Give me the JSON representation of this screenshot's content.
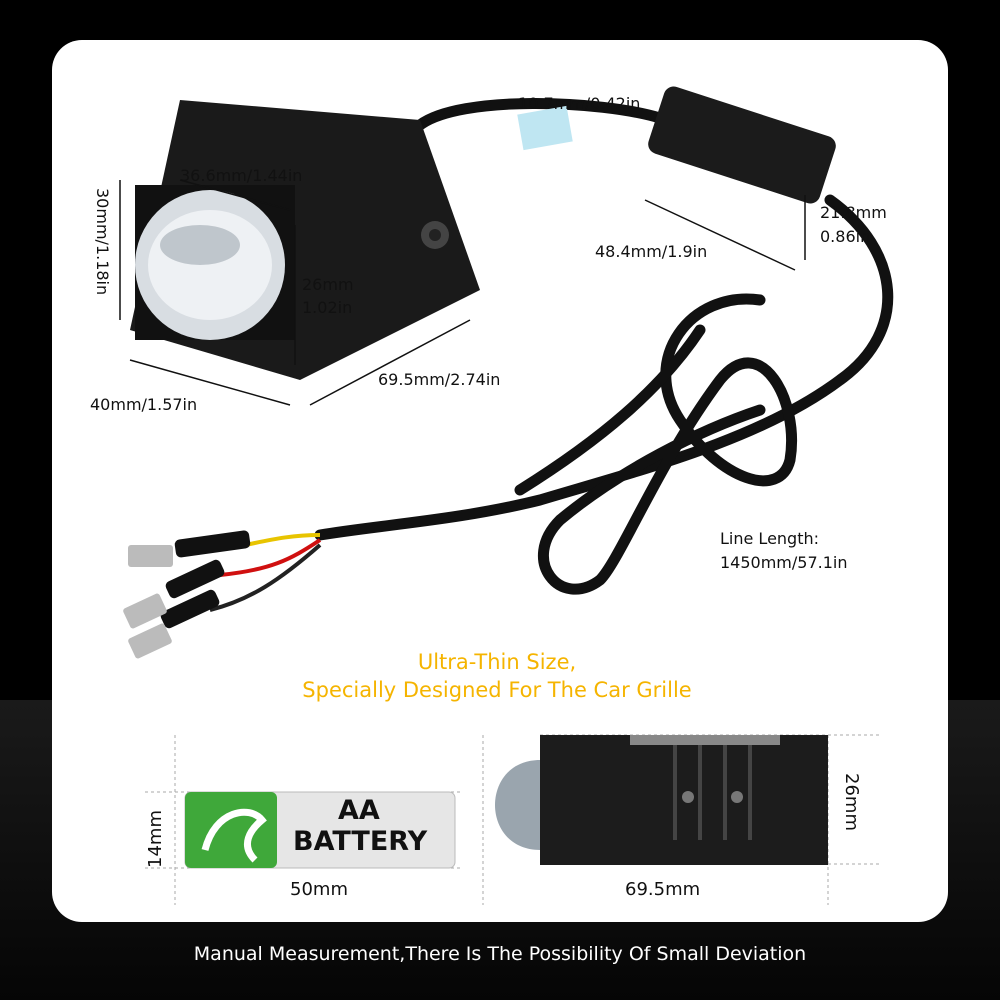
{
  "dimensions": {
    "cable_diameter": "10.7mm/0.42in",
    "lens_width": "36.6mm/1.44in",
    "height": "30mm/1.18in",
    "lens_height_mm": "26mm",
    "lens_height_in": "1.02in",
    "switch_length": "48.4mm/1.9in",
    "switch_height_mm": "21.8mm",
    "switch_height_in": "0.86in",
    "length": "69.5mm/2.74in",
    "width": "40mm/1.57in",
    "line_length_label": "Line Length:",
    "line_length": "1450mm/57.1in"
  },
  "tagline": {
    "line1": "Ultra-Thin Size,",
    "line2": "Specially Designed For The Car Grille",
    "color": "#f5b400"
  },
  "comparison": {
    "battery_line1": "AA",
    "battery_line2": "BATTERY",
    "battery_height": "14mm",
    "battery_length": "50mm",
    "lamp_length": "69.5mm",
    "lamp_height": "26mm"
  },
  "caption": "Manual Measurement,There Is The Possibility Of Small Deviation"
}
